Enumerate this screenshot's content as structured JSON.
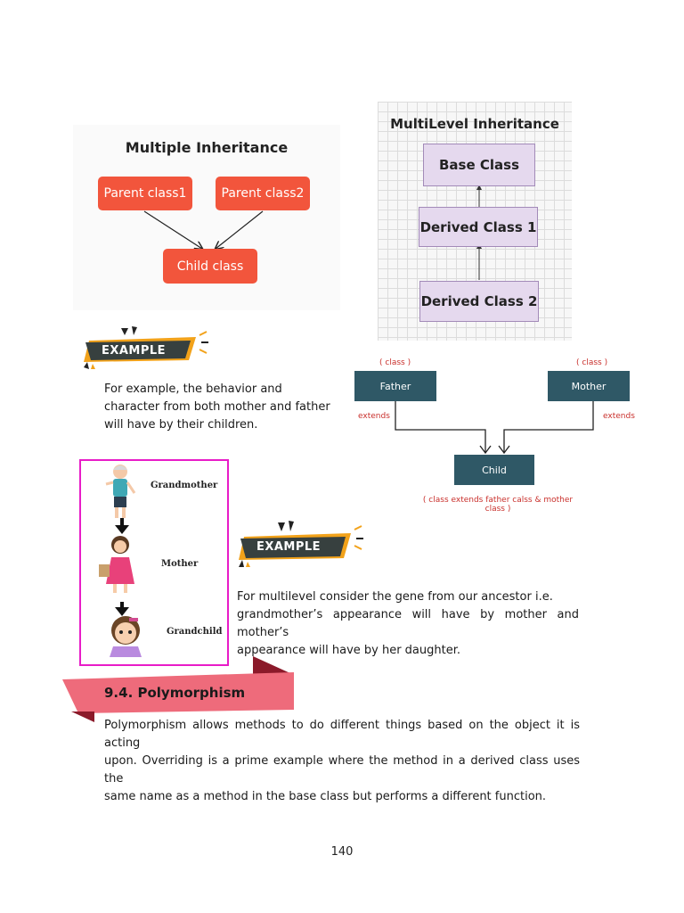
{
  "multiple_inheritance": {
    "title": "Multiple Inheritance",
    "parent1": "Parent class1",
    "parent2": "Parent class2",
    "child": "Child class"
  },
  "multilevel_inheritance": {
    "title": "MultiLevel Inheritance",
    "base": "Base Class",
    "derived1": "Derived Class 1",
    "derived2": "Derived Class 2"
  },
  "example_label": "EXAMPLE",
  "example1": {
    "lines": [
      "For example, the behavior and",
      "character from both mother and father",
      "will have by their children."
    ]
  },
  "father_mother_diagram": {
    "class_tag": "( class )",
    "father": "Father",
    "mother": "Mother",
    "extends": "extends",
    "child": "Child",
    "caption": "( class extends father calss & mother class )"
  },
  "family": {
    "grandmother": "Grandmother",
    "mother": "Mother",
    "grandchild": "Grandchild"
  },
  "example2": {
    "lines": [
      "For multilevel consider the gene from our ancestor i.e.",
      "grandmother’s appearance will have by mother and mother’s",
      "appearance will have by her daughter."
    ]
  },
  "section": {
    "title": "9.4. Polymorphism",
    "lines": [
      "Polymorphism allows methods to do different things based on the object it is acting",
      "upon. Overriding is a prime example where the method in a derived class uses the",
      "same name as a method in the base class but performs a different function."
    ]
  },
  "page_number": "140",
  "colors": {
    "orange": "#f2553c",
    "purple_fill": "#e5d9ee",
    "teal": "#2f5866",
    "ribbon": "#ee6b7b",
    "frame": "#e81cc8"
  }
}
